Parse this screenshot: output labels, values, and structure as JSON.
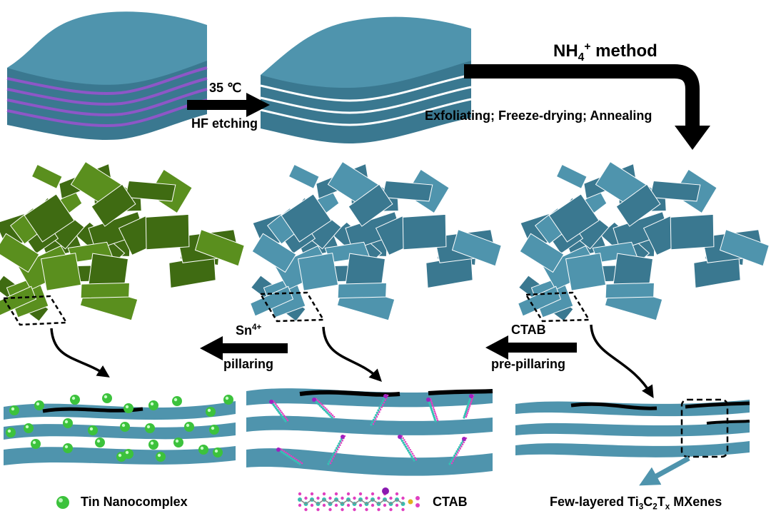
{
  "labels": {
    "temp": "35 ℃",
    "hf_etching": "HF etching",
    "nh4_prefix": "NH",
    "nh4_sub": "4",
    "nh4_sup": "+",
    "nh4_suffix": " method",
    "exfoliating": "Exfoliating; Freeze-drying; Annealing",
    "ctab_top": "CTAB",
    "pre_pillaring": "pre-pillaring",
    "sn_prefix": "Sn",
    "sn_sup": "4+",
    "pillaring": "pillaring",
    "legend_tin": "Tin Nanocomplex",
    "legend_ctab": "CTAB",
    "mx_prefix": "Few-layered Ti",
    "mx_s1": "3",
    "mx_c": "C",
    "mx_s2": "2",
    "mx_t": "T",
    "mx_s3": "x",
    "mx_suffix": " MXenes"
  },
  "colors": {
    "mxene": "#4f94ad",
    "mxene_dark": "#3a7890",
    "tin_flake": "#5a8f1e",
    "tin_flake_dark": "#3f6b12",
    "interlayer": "#8d57c7",
    "tin_sphere": "#3cc23c",
    "ctab_chain": "#35c0b3",
    "ctab_atom": "#e040c0",
    "arrow": "#000000"
  }
}
